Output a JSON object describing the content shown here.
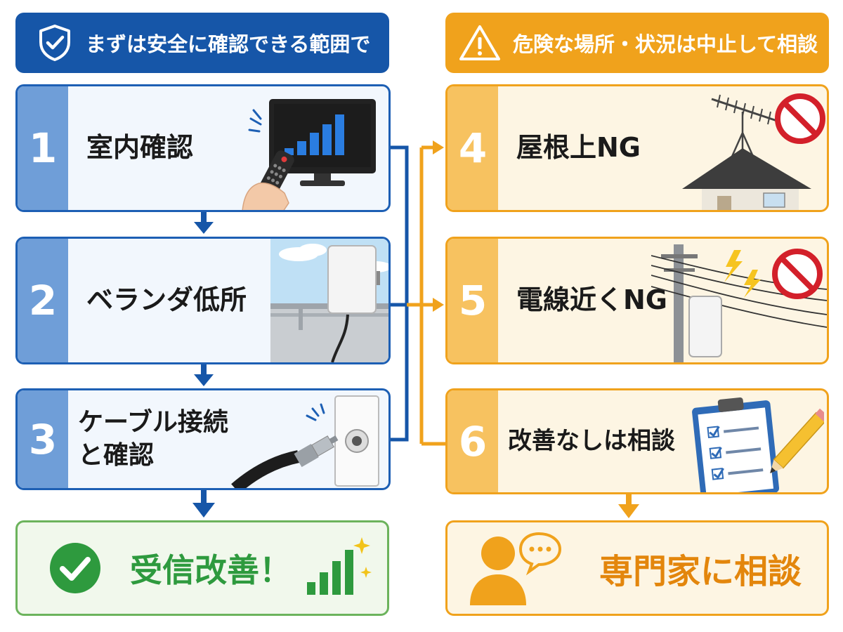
{
  "left_header": {
    "text": "まずは安全に確認できる範囲で",
    "icon": "shield-check-icon"
  },
  "right_header": {
    "text": "危険な場所・状況は中止して相談",
    "icon": "warning-icon"
  },
  "safe_steps": [
    {
      "number": "1",
      "label": "室内確認",
      "art": "tv-remote-illustration"
    },
    {
      "number": "2",
      "label": "ベランダ低所",
      "art": "balcony-antenna-illustration"
    },
    {
      "number": "3",
      "label_line1": "ケーブル接続",
      "label_line2": "と確認",
      "art": "cable-outlet-illustration"
    }
  ],
  "danger_steps": [
    {
      "number": "4",
      "label": "屋根上NG",
      "art": "roof-antenna-illustration"
    },
    {
      "number": "5",
      "label": "電線近くNG",
      "art": "power-line-illustration"
    },
    {
      "number": "6",
      "label": "改善なしは相談",
      "art": "checklist-illustration"
    }
  ],
  "left_result": {
    "text": "受信改善！",
    "icon": "check-circle-icon"
  },
  "right_result": {
    "text": "専門家に相談",
    "icon": "person-chat-icon"
  },
  "colors": {
    "blue": "#1656a8",
    "blue_border": "#1d5fb4",
    "blue_num": "#6f9ed8",
    "orange": "#f0a21c",
    "orange_num": "#f7c260",
    "orange_text": "#e3860c",
    "green": "#2e9a3e",
    "green_border": "#6cb35c",
    "prohibit_red": "#d3202a"
  }
}
